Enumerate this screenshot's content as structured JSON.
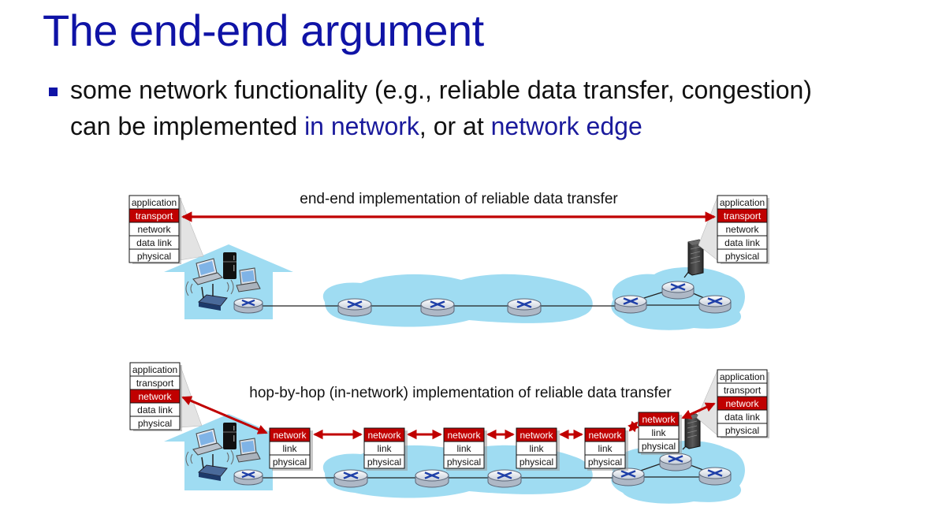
{
  "title": "The end-end argument",
  "bullet": {
    "line1": "some network functionality (e.g., reliable data transfer, congestion)",
    "line2_prefix": "can be implemented ",
    "in_network": "in network",
    "middle": ", or at ",
    "network_edge": "network edge"
  },
  "diagram": {
    "top_caption": "end-end implementation of reliable data transfer",
    "bottom_caption": "hop-by-hop (in-network) implementation of reliable data transfer",
    "stack_full": [
      "application",
      "transport",
      "network",
      "data link",
      "physical"
    ],
    "stack_router": [
      "network",
      "link",
      "physical"
    ],
    "colors": {
      "highlight": "#c00000",
      "cloud": "#9fdcf2",
      "title": "#0f13a6",
      "router": "#1e3fa8"
    }
  }
}
